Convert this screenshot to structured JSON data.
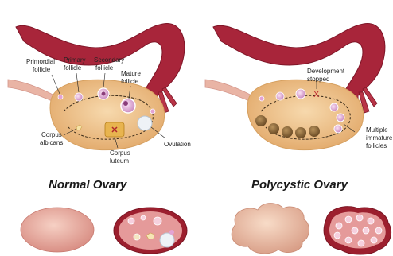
{
  "colors": {
    "tube": "#a8253a",
    "tube_dark": "#7e1527",
    "ovary": "#efc48a",
    "ovary_edge": "#d6a060",
    "ligament": "#e9b4a5",
    "follicle": "#e3a3d3",
    "follicle_ring": "#ffffff",
    "cyst": "#8c6a3c",
    "tissue_pink": "#e59a9a",
    "tissue_red": "#9c1f2e"
  },
  "left": {
    "heading": "Normal Ovary",
    "labels": {
      "primordial": [
        "Primordial",
        "follicle"
      ],
      "primary": [
        "Primary",
        "follicle"
      ],
      "secondary": [
        "Secondary",
        "follicle"
      ],
      "mature": [
        "Mature",
        "follicle"
      ],
      "albicans": [
        "Corpus",
        "albicans"
      ],
      "luteum": [
        "Corpus",
        "luteum"
      ],
      "ovulation": [
        "Ovulation"
      ]
    }
  },
  "right": {
    "heading": "Polycystic Ovary",
    "labels": {
      "development": [
        "Development",
        "stopped"
      ],
      "stop_mark": "X",
      "multiple": [
        "Multiple",
        "immature",
        "follicles"
      ]
    }
  },
  "icons": [
    "fallopian-tube-icon",
    "ovary-icon",
    "follicle-icon",
    "cyst-icon"
  ]
}
